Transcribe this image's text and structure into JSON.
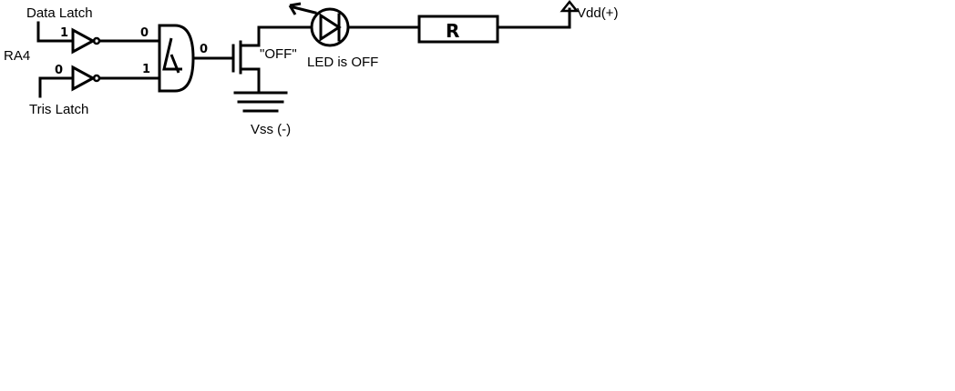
{
  "labels": {
    "data_latch": "Data Latch",
    "ra4": "RA4",
    "tris_latch": "Tris Latch",
    "vss": "Vss (-)",
    "vdd": "Vdd(+)",
    "transistor_state": "\"OFF\"",
    "led_state": "LED is OFF",
    "resistor": "R"
  },
  "logic_values": {
    "data_in": "1",
    "tris_in": "0",
    "and_in_top": "0",
    "and_in_bottom": "1",
    "and_out": "0"
  },
  "colors": {
    "ink": "#000000",
    "background": "#ffffff"
  }
}
